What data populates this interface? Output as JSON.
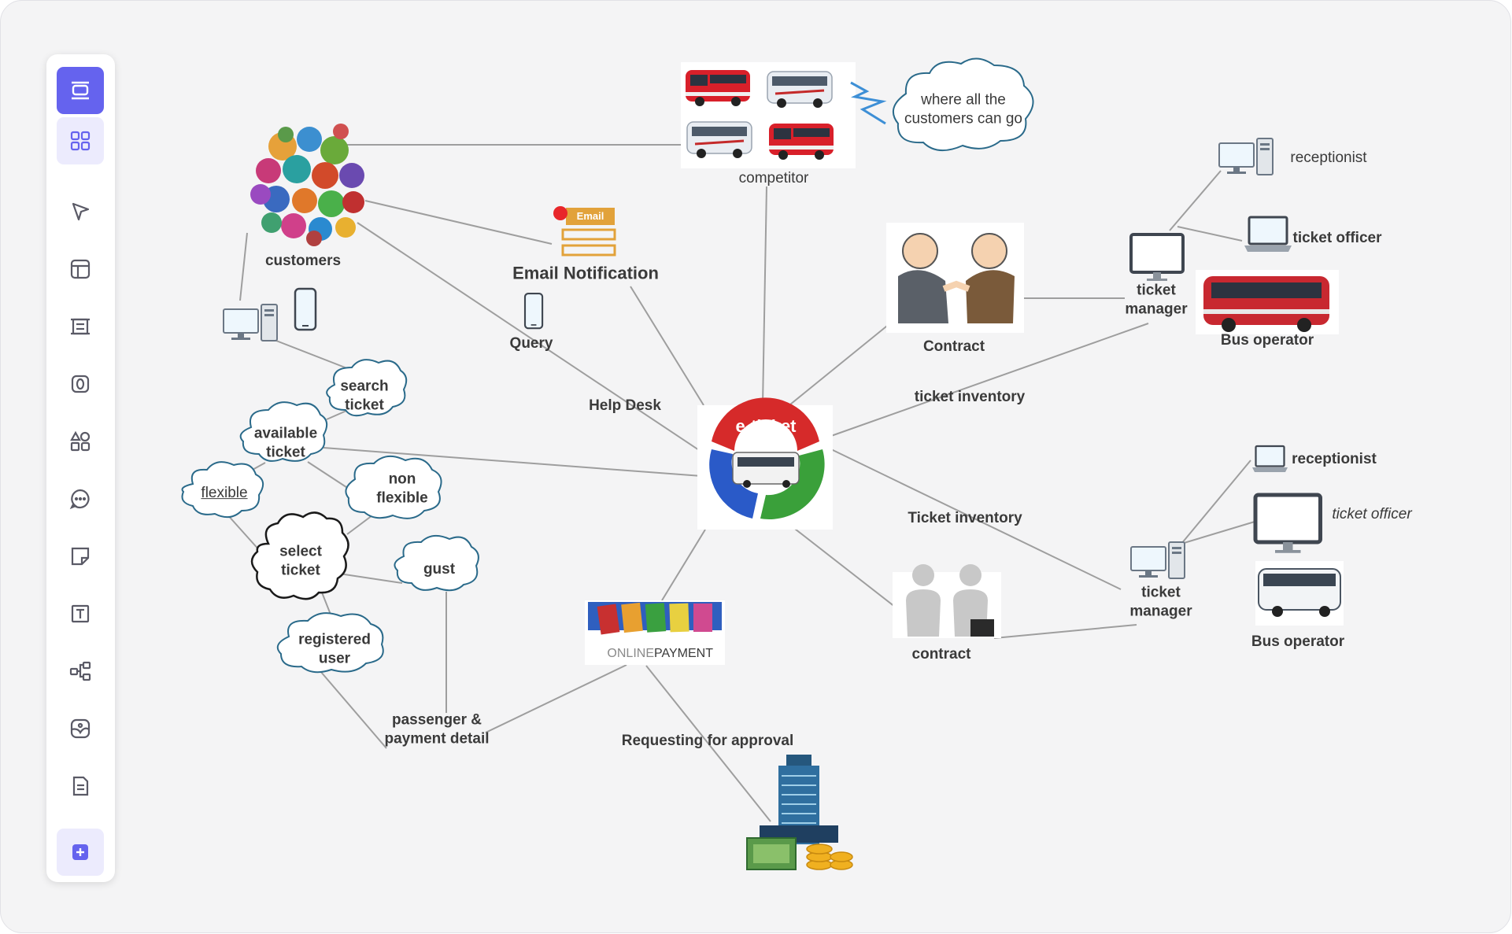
{
  "toolbar": {
    "items": [
      {
        "id": "home",
        "icon": "frame-icon"
      },
      {
        "id": "templates",
        "icon": "grid-icon"
      },
      {
        "id": "select",
        "icon": "pointer-icon"
      },
      {
        "id": "layout",
        "icon": "layout-icon"
      },
      {
        "id": "frame",
        "icon": "frame-list-icon"
      },
      {
        "id": "shape",
        "icon": "circle-shape-icon"
      },
      {
        "id": "shapes",
        "icon": "shapes-icon"
      },
      {
        "id": "comment",
        "icon": "comment-icon"
      },
      {
        "id": "sticky",
        "icon": "sticky-note-icon"
      },
      {
        "id": "text",
        "icon": "text-icon"
      },
      {
        "id": "mindmap",
        "icon": "mindmap-icon"
      },
      {
        "id": "sticker",
        "icon": "sticker-icon"
      },
      {
        "id": "doc",
        "icon": "document-icon"
      },
      {
        "id": "add",
        "icon": "plus-icon"
      }
    ]
  },
  "colors": {
    "accent": "#6563ee",
    "cloud_stroke": "#2a6a8a",
    "line": "#9a9a9a"
  },
  "labels": {
    "competitor": "competitor",
    "cloud_where": "where all the customers can go",
    "customers": "customers",
    "email_notification": "Email Notification",
    "email_badge": "Email",
    "query": "Query",
    "help_desk": "Help Desk",
    "search_ticket": "search ticket",
    "available_ticket": "available ticket",
    "flexible": "flexible",
    "non_flexible": "non flexible",
    "select_ticket": "select ticket",
    "gust": "gust",
    "registered_user": "registered user",
    "passenger_payment": "passenger & payment detail",
    "online": "ONLINE",
    "payment": "PAYMENT",
    "requesting_approval": "Requesting for approval",
    "contract_top": "Contract",
    "contract_bottom": "contract",
    "ticket_inventory_top": "ticket inventory",
    "ticket_inventory_bottom": "Ticket inventory",
    "receptionist_top": "receptionist",
    "ticket_officer_top": "ticket officer",
    "ticket_manager_top": "ticket manager",
    "bus_operator_top": "Bus operator",
    "receptionist_bottom": "receptionist",
    "ticket_officer_bottom": "ticket officer",
    "ticket_manager_bottom": "ticket manager",
    "bus_operator_bottom": "Bus operator",
    "hub_text": "e-ticket"
  }
}
